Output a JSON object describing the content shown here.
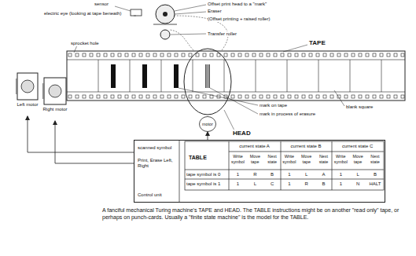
{
  "diagram": {
    "caption": "A fanciful mechanical Turing machine's TAPE and HEAD. The TABLE instructions might be on another \"read only\" tape, or perhaps on punch-cards. Usually a \"finite state machine\" is the model for the TABLE.",
    "nodes": [
      {
        "text": [
          "scanned symbol",
          "Print, Erase Left, Right",
          "Control unit"
        ]
      },
      {
        "text": [
          "Left motor"
        ]
      },
      {
        "text": [
          "Right motor"
        ]
      },
      {
        "text": [
          "motor"
        ]
      }
    ],
    "edges": [
      {
        "from": 0,
        "to": 1,
        "arrow": "to"
      },
      {
        "from": 0,
        "to": 2,
        "arrow": "to"
      },
      {
        "from": 0,
        "to": 3,
        "arrow": "to"
      }
    ],
    "labels": [
      "sensor",
      "electric eye (looking at tape beneath)",
      "Offset print head to a \"mark\"",
      "Eraser",
      "(Offset printing + raised roller)",
      "Transfer roller",
      "TAPE",
      "sprocket hole",
      "mark on tape",
      "blank square",
      "mark in process of erasure",
      "HEAD",
      "TABLE",
      "current state A",
      "current state B",
      "current state C",
      "Write symbol",
      "Move tape",
      "Next state",
      "Write symbol",
      "Move tape",
      "Next state",
      "Write symbol",
      "Move tape",
      "Next state",
      "tape symbol is 0",
      "1",
      "R",
      "B",
      "1",
      "L",
      "A",
      "1",
      "L",
      "B",
      "tape symbol is 1",
      "1",
      "L",
      "C",
      "1",
      "R",
      "B",
      "1",
      "N",
      "HALT"
    ]
  }
}
